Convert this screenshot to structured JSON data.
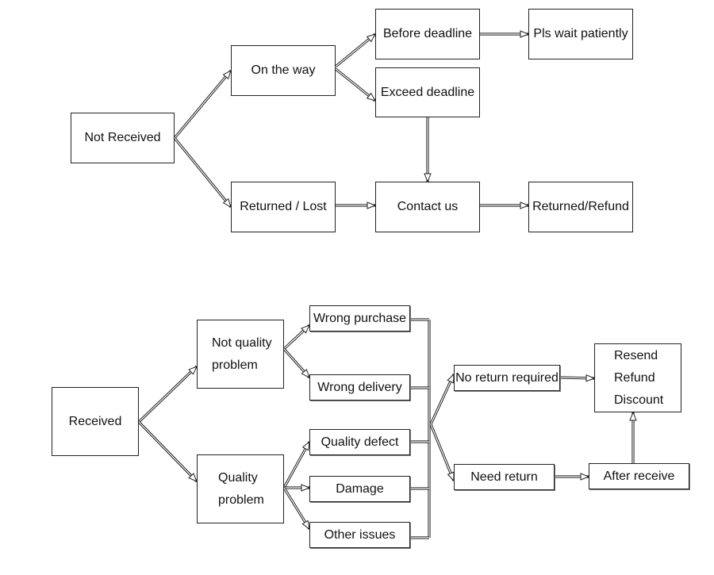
{
  "top": {
    "not_received": "Not Received",
    "on_the_way": "On the way",
    "returned_lost": "Returned / Lost",
    "before_deadline": "Before deadline",
    "exceed_deadline": "Exceed deadline",
    "pls_wait": "Pls wait patiently",
    "contact_us": "Contact us",
    "returned_refund": "Returned/Refund"
  },
  "bottom": {
    "received": "Received",
    "not_quality": "Not quality\nproblem",
    "quality": "Quality\nproblem",
    "wrong_purchase": "Wrong purchase",
    "wrong_delivery": "Wrong delivery",
    "quality_defect": "Quality defect",
    "damage": "Damage",
    "other_issues": "Other issues",
    "no_return": "No return required",
    "need_return": "Need return",
    "resend": "Resend\nRefund\nDiscount",
    "after_receive": "After receive"
  }
}
